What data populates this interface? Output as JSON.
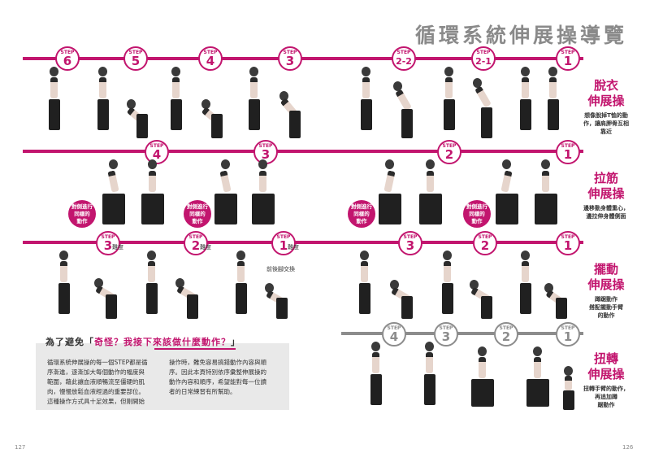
{
  "title": "循環系統伸展操導覽",
  "step_prefix": "STEP",
  "rows": [
    {
      "rail": "pink",
      "steps": [
        {
          "num": "6",
          "mod": ""
        },
        {
          "num": "5",
          "mod": ""
        },
        {
          "num": "4",
          "mod": ""
        },
        {
          "num": "3",
          "mod": ""
        },
        {
          "num": "2-2",
          "mod": ""
        },
        {
          "num": "2-1",
          "mod": ""
        },
        {
          "num": "1",
          "mod": ""
        }
      ],
      "label": {
        "line1": "脫衣",
        "line2": "伸展操",
        "desc": [
          "想像脫掉T恤的動",
          "作，讓肩胛骨互相",
          "靠近"
        ]
      }
    },
    {
      "rail": "pink",
      "steps": [
        {
          "num": "4",
          "mod": ""
        },
        {
          "num": "3",
          "mod": ""
        },
        {
          "num": "2",
          "mod": ""
        },
        {
          "num": "1",
          "mod": ""
        }
      ],
      "label": {
        "line1": "拉筋",
        "line2": "伸展操",
        "desc": [
          "邊移動身體重心，",
          "邊拉伸身體側面"
        ]
      }
    },
    {
      "rail": "pink",
      "steps": [
        {
          "num": "3",
          "mod": "難度"
        },
        {
          "num": "2",
          "mod": "難度"
        },
        {
          "num": "1",
          "mod": "難度"
        },
        {
          "num": "3",
          "mod": ""
        },
        {
          "num": "2",
          "mod": ""
        },
        {
          "num": "1",
          "mod": ""
        }
      ],
      "label": {
        "line1": "擺動",
        "line2": "伸展操",
        "desc": [
          "蹲踞動作",
          "搭配擺動手臂",
          "的動作"
        ]
      }
    },
    {
      "rail": "gray",
      "steps": [
        {
          "num": "4",
          "mod": ""
        },
        {
          "num": "3",
          "mod": ""
        },
        {
          "num": "2",
          "mod": ""
        },
        {
          "num": "1",
          "mod": ""
        }
      ],
      "label": {
        "line1": "扭轉",
        "line2": "伸展操",
        "desc": [
          "扭轉手臂的動作，",
          "再追加蹲",
          "踞動作"
        ]
      }
    }
  ],
  "bubble_text": [
    "對側進行",
    "同樣的",
    "動作"
  ],
  "swap_note": "前後腳交換",
  "info": {
    "title_a": "為了避免「",
    "title_hl": "奇怪？我接下來該做什麼動作？",
    "title_b": "」",
    "col1": [
      "循環系統伸展操的每一個STEP都是循",
      "序漸進，逐漸加大每個動作的幅度與",
      "範圍，藉此讓血液順暢流至僵硬的肌",
      "肉，慢慢放鬆血液經過的重要部位。",
      "這種操作方式具十足效果，但剛開始"
    ],
    "col2": [
      "操作時，難免容易搞錯動作內容與順",
      "序。因此本頁特別依序彙整伸展操的",
      "動作內容和順序，希望能對每一位讀",
      "者的日常練習有所幫助。"
    ]
  },
  "page_left": "127",
  "page_right": "126",
  "colors": {
    "accent": "#c2156e",
    "rail_gray": "#8c8c8c",
    "box": "#e9e9e9"
  }
}
